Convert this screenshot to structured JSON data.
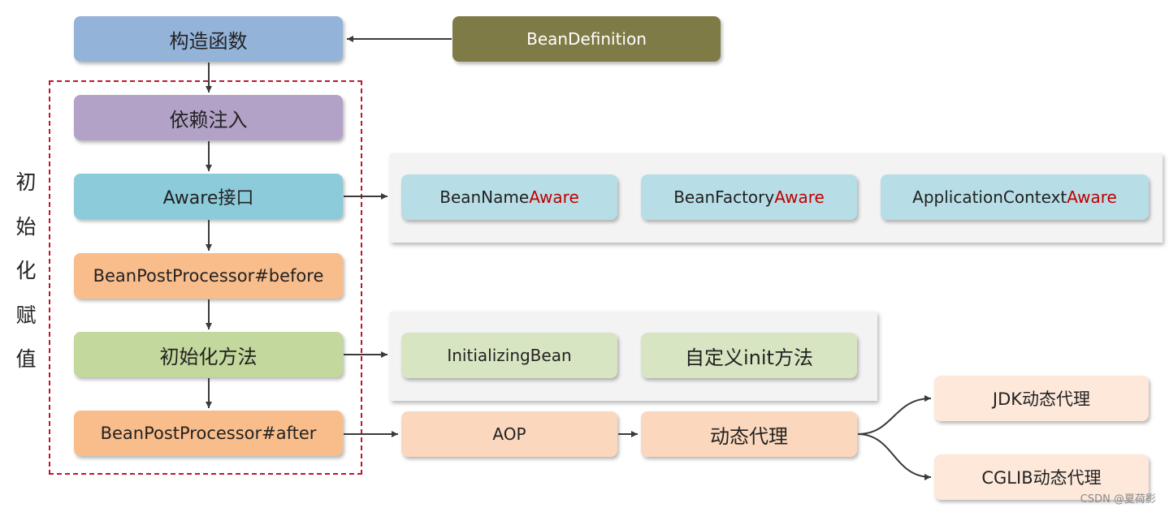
{
  "left_column": {
    "constructor": "构造函数",
    "dependency_injection": "依赖注入",
    "aware_interface": "Aware接口",
    "bpp_before": "BeanPostProcessor#before",
    "init_method": "初始化方法",
    "bpp_after": "BeanPostProcessor#after"
  },
  "bean_definition": "BeanDefinition",
  "init_assign_label": [
    "初",
    "始",
    "化",
    "赋",
    "值"
  ],
  "aware_items": [
    {
      "prefix": "BeanName",
      "accent": "Aware"
    },
    {
      "prefix": "BeanFactory",
      "accent": "Aware"
    },
    {
      "prefix": "ApplicationContext",
      "accent": "Aware"
    }
  ],
  "init_items": [
    "InitializingBean",
    "自定义init方法"
  ],
  "aop_chain": {
    "aop": "AOP",
    "dynamic_proxy": "动态代理",
    "jdk_proxy": "JDK动态代理",
    "cglib_proxy": "CGLIB动态代理"
  },
  "footer": "CSDN @夏荷影",
  "colors": {
    "blue": "#93b3d9",
    "olive": "#7f7b47",
    "purple": "#b3a2c8",
    "cyan": "#8ccbd9",
    "light_cyan": "#b7dde6",
    "orange": "#f9bd8c",
    "green": "#c3d89c",
    "light_green": "#d8e5c2",
    "peach": "#fbd8bd",
    "light_peach": "#fde8da",
    "accent_red": "#c00000",
    "dashed_border": "#c0152b"
  }
}
